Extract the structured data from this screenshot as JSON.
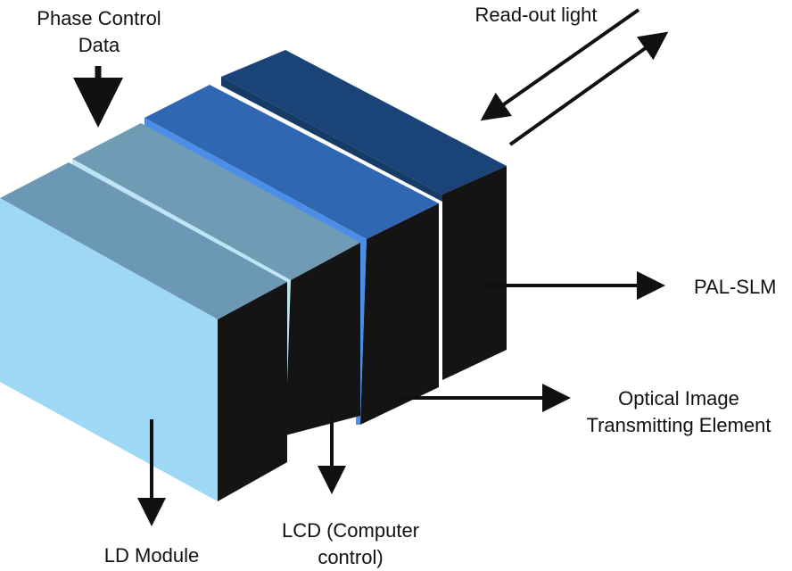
{
  "labels": {
    "phase_control": "Phase Control\nData",
    "read_out": "Read-out light",
    "pal_slm": "PAL-SLM",
    "optical_image": "Optical Image\nTransmitting Element",
    "ld_module": "LD Module",
    "lcd": "LCD (Computer\ncontrol)"
  },
  "colors": {
    "ld_front": "#9fd8f4",
    "ld_top": "#6b98b4",
    "lcd_top": "#6f9bb5",
    "oite_top": "#2f67b3",
    "oite_edge": "#4a8ee8",
    "pal_top": "#1a4477",
    "side_face": "#141414",
    "arrow": "#111111"
  },
  "icons": [
    "down-arrow-icon",
    "right-arrow-icon",
    "diagonal-arrow-icon"
  ]
}
